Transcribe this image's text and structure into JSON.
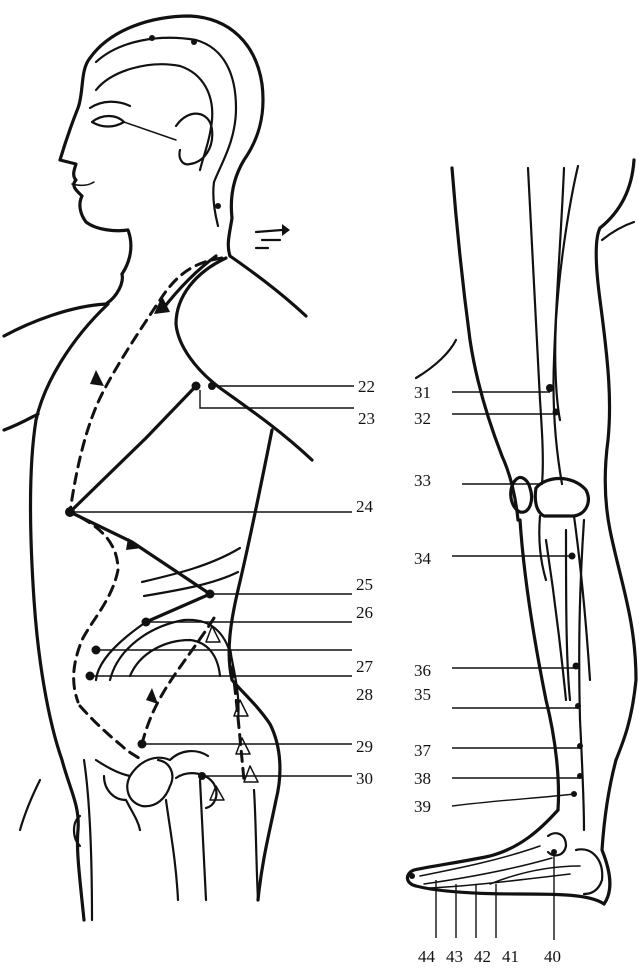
{
  "labels": {
    "l22": "22",
    "l23": "23",
    "l24": "24",
    "l25": "25",
    "l26": "26",
    "l27": "27",
    "l28": "28",
    "l29": "29",
    "l30": "30",
    "l31": "31",
    "l32": "32",
    "l33": "33",
    "l34": "34",
    "l36": "36",
    "l35": "35",
    "l37": "37",
    "l38": "38",
    "l39": "39",
    "l44": "44",
    "l43": "43",
    "l42": "42",
    "l41": "41",
    "l40": "40"
  },
  "colors": {
    "ink": "#111111",
    "background": "#ffffff"
  }
}
